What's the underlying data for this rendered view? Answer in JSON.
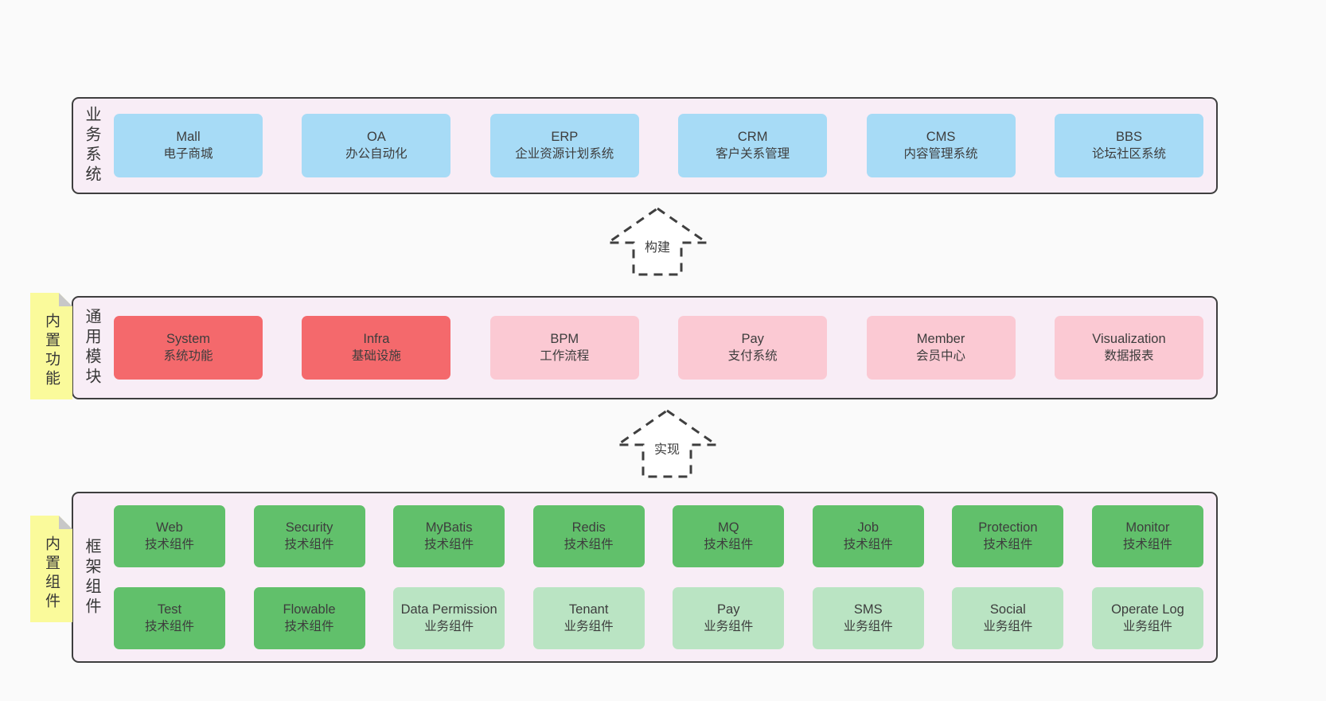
{
  "colors": {
    "canvas_bg": "#fafafa",
    "container_bg": "#f8edf6",
    "container_border": "#3e3e3e",
    "blue_box": "#a7dbf6",
    "red_box": "#f4696c",
    "pink_box": "#fbc9d3",
    "green_box": "#61c06b",
    "light_green_box": "#bae4c3",
    "sticky_yellow": "#fafa9b",
    "sticky_fold": "#c8c8c8",
    "text": "#3d3d3d"
  },
  "arrows": [
    {
      "label": "构建"
    },
    {
      "label": "实现"
    }
  ],
  "layers": {
    "business": {
      "label": "业务系统",
      "boxes": [
        {
          "name": "Mall",
          "desc": "电子商城",
          "variant": "blue"
        },
        {
          "name": "OA",
          "desc": "办公自动化",
          "variant": "blue"
        },
        {
          "name": "ERP",
          "desc": "企业资源计划系统",
          "variant": "blue"
        },
        {
          "name": "CRM",
          "desc": "客户关系管理",
          "variant": "blue"
        },
        {
          "name": "CMS",
          "desc": "内容管理系统",
          "variant": "blue"
        },
        {
          "name": "BBS",
          "desc": "论坛社区系统",
          "variant": "blue"
        }
      ]
    },
    "modules": {
      "label": "通用模块",
      "sticky": "内置功能",
      "boxes": [
        {
          "name": "System",
          "desc": "系统功能",
          "variant": "red"
        },
        {
          "name": "Infra",
          "desc": "基础设施",
          "variant": "red"
        },
        {
          "name": "BPM",
          "desc": "工作流程",
          "variant": "pink"
        },
        {
          "name": "Pay",
          "desc": "支付系统",
          "variant": "pink"
        },
        {
          "name": "Member",
          "desc": "会员中心",
          "variant": "pink"
        },
        {
          "name": "Visualization",
          "desc": "数据报表",
          "variant": "pink"
        }
      ]
    },
    "components": {
      "label": "框架组件",
      "sticky": "内置组件",
      "rows": [
        [
          {
            "name": "Web",
            "desc": "技术组件",
            "variant": "green"
          },
          {
            "name": "Security",
            "desc": "技术组件",
            "variant": "green"
          },
          {
            "name": "MyBatis",
            "desc": "技术组件",
            "variant": "green"
          },
          {
            "name": "Redis",
            "desc": "技术组件",
            "variant": "green"
          },
          {
            "name": "MQ",
            "desc": "技术组件",
            "variant": "green"
          },
          {
            "name": "Job",
            "desc": "技术组件",
            "variant": "green"
          },
          {
            "name": "Protection",
            "desc": "技术组件",
            "variant": "green"
          },
          {
            "name": "Monitor",
            "desc": "技术组件",
            "variant": "green"
          }
        ],
        [
          {
            "name": "Test",
            "desc": "技术组件",
            "variant": "green"
          },
          {
            "name": "Flowable",
            "desc": "技术组件",
            "variant": "green"
          },
          {
            "name": "Data Permission",
            "desc": "业务组件",
            "variant": "light-green"
          },
          {
            "name": "Tenant",
            "desc": "业务组件",
            "variant": "light-green"
          },
          {
            "name": "Pay",
            "desc": "业务组件",
            "variant": "light-green"
          },
          {
            "name": "SMS",
            "desc": "业务组件",
            "variant": "light-green"
          },
          {
            "name": "Social",
            "desc": "业务组件",
            "variant": "light-green"
          },
          {
            "name": "Operate Log",
            "desc": "业务组件",
            "variant": "light-green"
          }
        ]
      ]
    }
  }
}
